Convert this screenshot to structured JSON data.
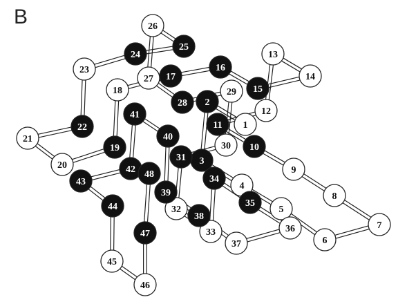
{
  "panel_label": "B",
  "nodes": [
    {
      "id": "1",
      "fill": "white"
    },
    {
      "id": "2",
      "fill": "black"
    },
    {
      "id": "3",
      "fill": "black"
    },
    {
      "id": "4",
      "fill": "white"
    },
    {
      "id": "5",
      "fill": "white"
    },
    {
      "id": "6",
      "fill": "white"
    },
    {
      "id": "7",
      "fill": "white"
    },
    {
      "id": "8",
      "fill": "white"
    },
    {
      "id": "9",
      "fill": "white"
    },
    {
      "id": "10",
      "fill": "black"
    },
    {
      "id": "11",
      "fill": "black"
    },
    {
      "id": "12",
      "fill": "white"
    },
    {
      "id": "13",
      "fill": "white"
    },
    {
      "id": "14",
      "fill": "white"
    },
    {
      "id": "15",
      "fill": "black"
    },
    {
      "id": "16",
      "fill": "black"
    },
    {
      "id": "17",
      "fill": "black"
    },
    {
      "id": "18",
      "fill": "white"
    },
    {
      "id": "19",
      "fill": "black"
    },
    {
      "id": "20",
      "fill": "white"
    },
    {
      "id": "21",
      "fill": "white"
    },
    {
      "id": "22",
      "fill": "black"
    },
    {
      "id": "23",
      "fill": "white"
    },
    {
      "id": "24",
      "fill": "black"
    },
    {
      "id": "25",
      "fill": "black"
    },
    {
      "id": "26",
      "fill": "white"
    },
    {
      "id": "27",
      "fill": "white"
    },
    {
      "id": "28",
      "fill": "black"
    },
    {
      "id": "29",
      "fill": "white"
    },
    {
      "id": "30",
      "fill": "white"
    },
    {
      "id": "31",
      "fill": "black"
    },
    {
      "id": "32",
      "fill": "white"
    },
    {
      "id": "33",
      "fill": "white"
    },
    {
      "id": "34",
      "fill": "black"
    },
    {
      "id": "35",
      "fill": "black"
    },
    {
      "id": "36",
      "fill": "white"
    },
    {
      "id": "37",
      "fill": "white"
    },
    {
      "id": "38",
      "fill": "black"
    },
    {
      "id": "39",
      "fill": "black"
    },
    {
      "id": "40",
      "fill": "black"
    },
    {
      "id": "41",
      "fill": "black"
    },
    {
      "id": "42",
      "fill": "black"
    },
    {
      "id": "43",
      "fill": "black"
    },
    {
      "id": "44",
      "fill": "black"
    },
    {
      "id": "45",
      "fill": "white"
    },
    {
      "id": "46",
      "fill": "white"
    },
    {
      "id": "47",
      "fill": "black"
    },
    {
      "id": "48",
      "fill": "black"
    }
  ],
  "edges": [
    [
      "1",
      "2"
    ],
    [
      "2",
      "3"
    ],
    [
      "3",
      "4"
    ],
    [
      "4",
      "5"
    ],
    [
      "5",
      "6"
    ],
    [
      "6",
      "7"
    ],
    [
      "7",
      "8"
    ],
    [
      "8",
      "9"
    ],
    [
      "9",
      "10"
    ],
    [
      "10",
      "11"
    ],
    [
      "11",
      "12"
    ],
    [
      "12",
      "13"
    ],
    [
      "13",
      "14"
    ],
    [
      "14",
      "15"
    ],
    [
      "15",
      "16"
    ],
    [
      "16",
      "17"
    ],
    [
      "17",
      "18"
    ],
    [
      "18",
      "19"
    ],
    [
      "19",
      "20"
    ],
    [
      "20",
      "21"
    ],
    [
      "21",
      "22"
    ],
    [
      "22",
      "23"
    ],
    [
      "23",
      "24"
    ],
    [
      "24",
      "25"
    ],
    [
      "25",
      "26"
    ],
    [
      "26",
      "27"
    ],
    [
      "27",
      "28"
    ],
    [
      "28",
      "29"
    ],
    [
      "29",
      "30"
    ],
    [
      "30",
      "31"
    ],
    [
      "31",
      "32"
    ],
    [
      "32",
      "33"
    ],
    [
      "33",
      "34"
    ],
    [
      "34",
      "35"
    ],
    [
      "35",
      "36"
    ],
    [
      "36",
      "37"
    ],
    [
      "37",
      "38"
    ],
    [
      "38",
      "39"
    ],
    [
      "39",
      "40"
    ],
    [
      "40",
      "41"
    ],
    [
      "41",
      "42"
    ],
    [
      "42",
      "43"
    ],
    [
      "43",
      "44"
    ],
    [
      "44",
      "45"
    ],
    [
      "45",
      "46"
    ],
    [
      "46",
      "47"
    ],
    [
      "47",
      "48"
    ]
  ]
}
